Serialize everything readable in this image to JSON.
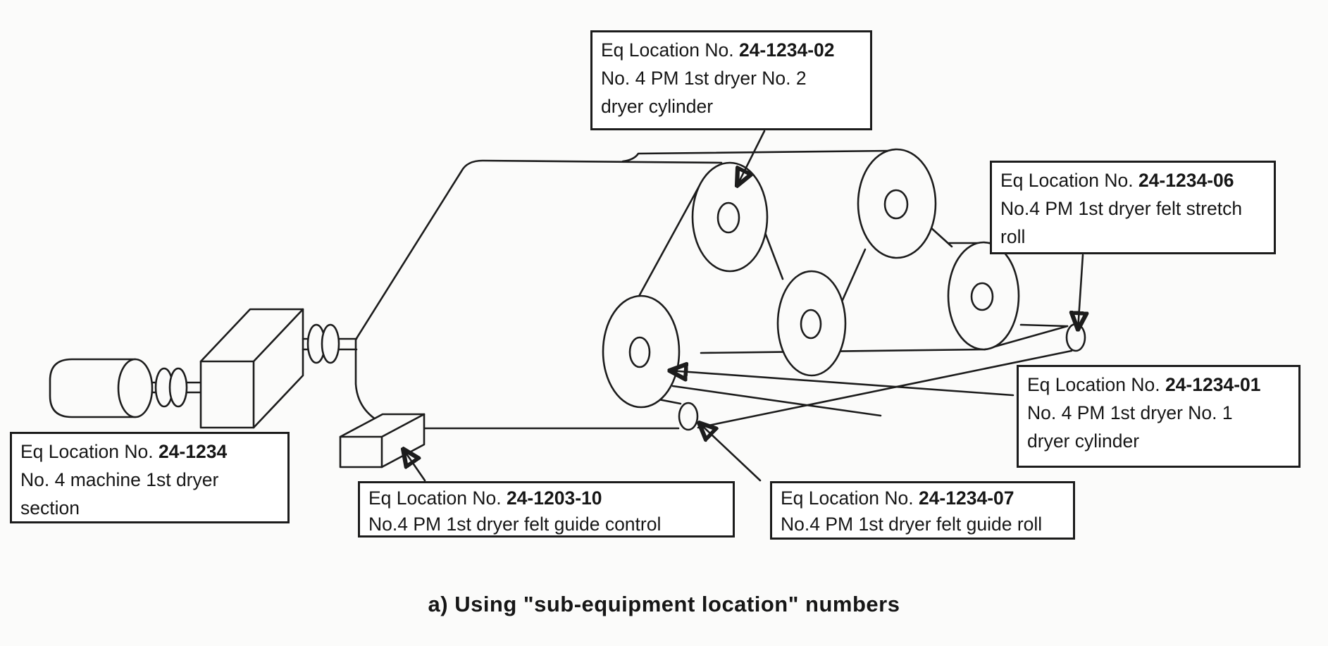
{
  "figure": {
    "caption": "a) Using \"sub-equipment location\" numbers",
    "type": "equipment-location-diagram",
    "subject": "paper machine first dryer section"
  },
  "labels": {
    "dryer_section": {
      "prefix": "Eq Location No. ",
      "number": "24-1234",
      "line2": "No. 4  machine 1st dryer",
      "line3": "section"
    },
    "dryer_cylinder_2": {
      "prefix": "Eq Location No. ",
      "number": "24-1234-02",
      "line2": "No. 4 PM 1st dryer No. 2",
      "line3": "dryer cylinder"
    },
    "felt_stretch_roll": {
      "prefix": "Eq Location No. ",
      "number": "24-1234-06",
      "line2": "No.4 PM 1st dryer felt stretch",
      "line3": "roll"
    },
    "dryer_cylinder_1": {
      "prefix": "Eq Location No. ",
      "number": "24-1234-01",
      "line2": "No. 4 PM 1st dryer No. 1",
      "line3": "dryer cylinder"
    },
    "felt_guide_control": {
      "prefix": "Eq Location No. ",
      "number": "24-1203-10",
      "line2": "No.4 PM 1st dryer felt guide control"
    },
    "felt_guide_roll": {
      "prefix": "Eq Location No. ",
      "number": "24-1234-07",
      "line2": "No.4 PM 1st dryer felt guide roll"
    }
  },
  "colors": {
    "ink": "#1c1c1c",
    "paper": "#fbfbfa",
    "boxfill": "#ffffff"
  }
}
